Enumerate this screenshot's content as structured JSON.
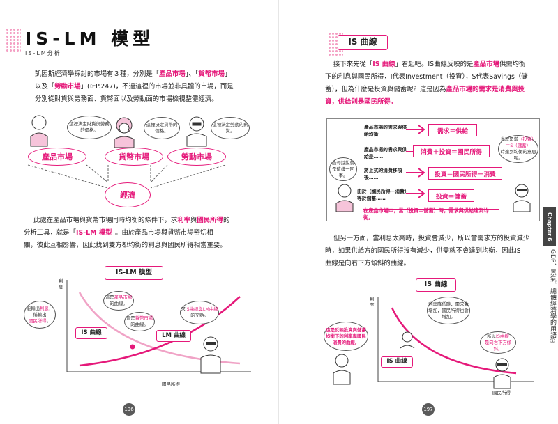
{
  "left_page": {
    "title": "IS-LM 模型",
    "subtitle": "IS-LM分析",
    "para1": {
      "l1a": "凱因斯經濟學探討的市場有３種，分別是「",
      "l1b": "產品市場",
      "l1c": "」、「",
      "l1d": "貨幣市場",
      "l1e": "」",
      "l2a": "以及「",
      "l2b": "勞動市場",
      "l2c": "」(☞P.247)，不過這裡的市場並非具體的市場，而是",
      "l3": "分別從財貨與勞務面、貨幣面以及勞動面的市場檢視整體經濟。"
    },
    "market_diagram": {
      "bubble1": "這裡決定財貨與勞務的價格。",
      "bubble2": "這裡決定貨幣的價格。",
      "bubble3": "這裡決定勞動的薪資。",
      "product_market": "產品市場",
      "money_market": "貨幣市場",
      "labor_market": "勞動市場",
      "economy": "經濟"
    },
    "para2": {
      "l1a": "此處在產品市場與貨幣市場同時均衡的條件下，求",
      "l1b": "利率",
      "l1c": "與",
      "l1d": "國民所得",
      "l1e": "的",
      "l2a": "分析工具，就是「",
      "l2b": "IS-LM 模型",
      "l2c": "」。由於產品市場與貨幣市場密切相",
      "l3": "關，彼此互相影響，因此找到雙方都均衡的利息與國民所得相當重要。"
    },
    "chart": {
      "title": "IS-LM 模型",
      "ylabel": "利息",
      "xlabel": "國民所得",
      "is_label": "IS 曲線",
      "lm_label": "LM 曲線",
      "bubble_left_a": "能輸出",
      "bubble_left_b": "利息",
      "bubble_left_c": "，",
      "bubble_left_d": "稱輸出",
      "bubble_left_e": "國民所得",
      "bubble_left_f": "。",
      "bubble_top_a": "這是",
      "bubble_top_b": "產品市場",
      "bubble_top_c": "的曲線。",
      "bubble_mid_a": "這是",
      "bubble_mid_b": "貨幣市場",
      "bubble_mid_c": "的曲線。",
      "bubble_right_a": "求",
      "bubble_right_b": "IS曲線與LM曲線",
      "bubble_right_c": "的交點。"
    },
    "page_number": "196"
  },
  "right_page": {
    "section_title": "IS 曲線",
    "para1": {
      "l1a": "接下來先從「",
      "l1b": "IS 曲線",
      "l1c": "」看起吧。IS曲線反映的是",
      "l1d": "產品市場",
      "l1e": "供需均衡",
      "l2": "下的利息與國民所得，I代表Investment（投資），S代表Savings（儲",
      "l3a": "蓄），但為什麼是投資與儲蓄呢？這是因為",
      "l3b": "產品市場的需求是消費與投",
      "l4": "資，供給則是國民所得。"
    },
    "flow": {
      "label1": "產品市場的需求與供給均衡",
      "label2": "產品市場的需求與供給是……",
      "label3": "將上式的消費移項後……",
      "label4": "由於（國民所得－消費）等於儲蓄……",
      "box1": "需求＝供給",
      "box2": "消費＋投資＝國民所得",
      "box3": "投資＝國民所得－消費",
      "box4": "投資＝儲蓄",
      "conclusion": "在產品市場中，當（投資＝儲蓄）時，需求與供給達到均衡。",
      "bubble_left": "換句話說就是這樣一回事。",
      "bubble_right_a": "也就是當",
      "bubble_right_b": "（投資）＝S（儲蓄）",
      "bubble_right_c": "時達到均衡的意思呢。"
    },
    "para2": {
      "l1": "但另一方面，當利息太高時，投資會減少，所以當需求方的投資減少",
      "l2": "時，如果供給方的國民所得沒有減少，供需就不會達到均衡，因此IS",
      "l3": "曲線是向右下方傾斜的曲線。"
    },
    "chart": {
      "title": "IS 曲線",
      "ylabel": "利率",
      "xlabel": "國民所得",
      "is_label": "IS 曲線",
      "bubble_left": "這是反映投資與儲蓄均衡下的利率與國民消費的曲線。",
      "bubble_mid": "利率降低時，需求會增加，國民所得也會增加。",
      "bubble_right_a": "所以",
      "bubble_right_b": "IS曲線",
      "bubble_right_c": "是向右下方傾斜。"
    },
    "page_number": "197",
    "chapter_tab": "Chapter 6",
    "chapter_title": "GDP、景氣、總體經濟學的用語①"
  },
  "colors": {
    "accent": "#e5197a",
    "accent_light": "#f6c4da"
  }
}
